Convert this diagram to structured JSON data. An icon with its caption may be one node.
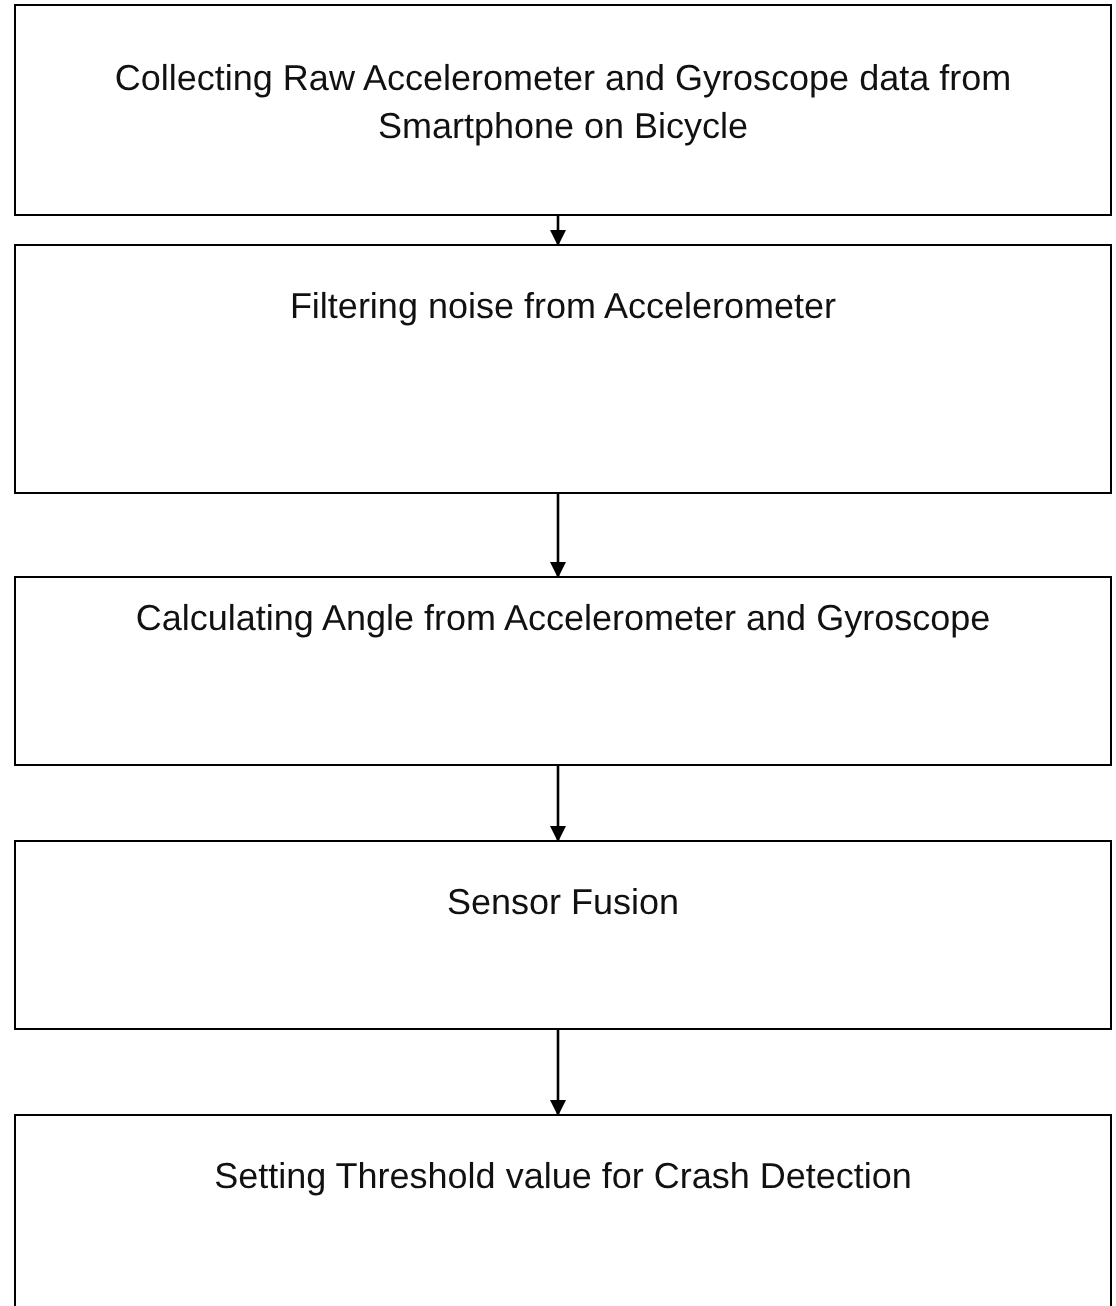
{
  "diagram": {
    "nodes": [
      {
        "text": [
          "Collecting Raw Accelerometer and Gyroscope data from Smartphone on Bicycle"
        ]
      },
      {
        "text": [
          "Filtering noise from Accelerometer"
        ]
      },
      {
        "text": [
          "Calculating Angle from Accelerometer and Gyroscope"
        ]
      },
      {
        "text": [
          "Sensor Fusion"
        ]
      },
      {
        "text": [
          "Setting Threshold value for Crash Detection"
        ]
      }
    ],
    "edges": [
      {
        "from": 0,
        "to": 1,
        "arrow": "to"
      },
      {
        "from": 1,
        "to": 2,
        "arrow": "to"
      },
      {
        "from": 2,
        "to": 3,
        "arrow": "to"
      },
      {
        "from": 3,
        "to": 4,
        "arrow": "to"
      }
    ]
  }
}
